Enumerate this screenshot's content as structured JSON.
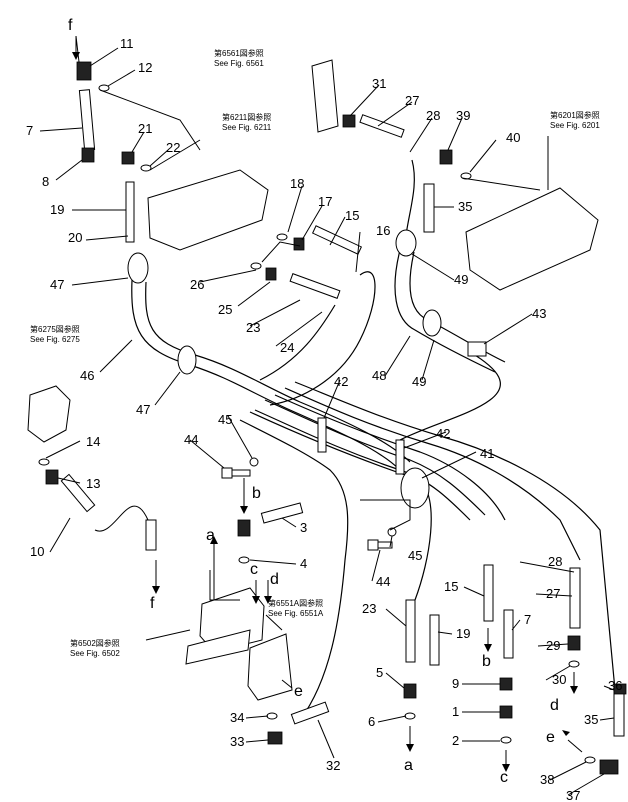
{
  "refs": {
    "fig6561": [
      "第6561図参照",
      "See Fig. 6561"
    ],
    "fig6211": [
      "第6211図参照",
      "See Fig. 6211"
    ],
    "fig6201": [
      "第6201図参照",
      "See Fig. 6201"
    ],
    "fig6275": [
      "第6275図参照",
      "See Fig. 6275"
    ],
    "fig6502": [
      "第6502図参照",
      "See Fig. 6502"
    ],
    "fig6551a": [
      "第6551A図参照",
      "See Fig. 6551A"
    ]
  },
  "numbers": {
    "n1": "1",
    "n2": "2",
    "n3": "3",
    "n4": "4",
    "n5": "5",
    "n6": "6",
    "n7a": "7",
    "n7b": "7",
    "n8": "8",
    "n9": "9",
    "n10": "10",
    "n11": "11",
    "n12": "12",
    "n13": "13",
    "n14": "14",
    "n15a": "15",
    "n15b": "15",
    "n16": "16",
    "n17": "17",
    "n18": "18",
    "n19a": "19",
    "n19b": "19",
    "n20": "20",
    "n21": "21",
    "n22": "22",
    "n23a": "23",
    "n23b": "23",
    "n24": "24",
    "n25": "25",
    "n26": "26",
    "n27a": "27",
    "n27b": "27",
    "n28a": "28",
    "n28b": "28",
    "n29": "29",
    "n30": "30",
    "n31": "31",
    "n32": "32",
    "n33": "33",
    "n34": "34",
    "n35a": "35",
    "n35b": "35",
    "n36": "36",
    "n37": "37",
    "n38": "38",
    "n39": "39",
    "n40": "40",
    "n41": "41",
    "n42a": "42",
    "n42b": "42",
    "n43": "43",
    "n44a": "44",
    "n44b": "44",
    "n45a": "45",
    "n45b": "45",
    "n46": "46",
    "n47a": "47",
    "n47b": "47",
    "n48": "48",
    "n49a": "49",
    "n49b": "49"
  },
  "letters": {
    "f1": "f",
    "f2": "f",
    "b1": "b",
    "b2": "b",
    "a1": "a",
    "a2": "a",
    "c1": "c",
    "c2": "c",
    "d1": "d",
    "d2": "d",
    "e1": "e",
    "e2": "e"
  }
}
